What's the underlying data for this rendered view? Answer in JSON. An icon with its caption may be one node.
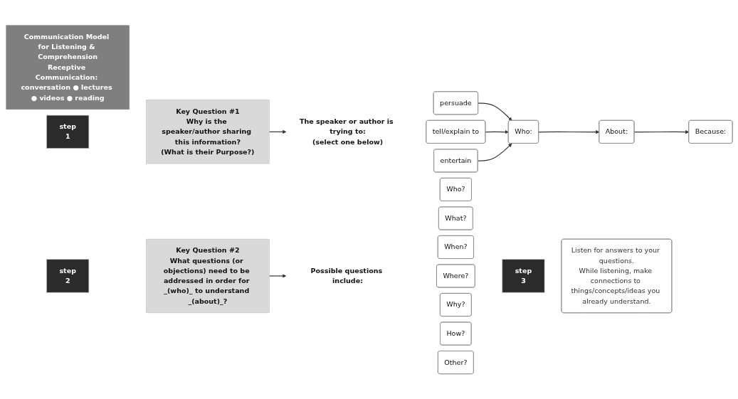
{
  "diagram": {
    "nodes": [
      {
        "text": [
          "Communication Model for Listening & Comprehension",
          "Receptive Communication: conversation ● lectures ● videos ● reading"
        ]
      },
      {
        "text": [
          "step",
          "1"
        ]
      },
      {
        "text": [
          "Key Question #1",
          "Why is the speaker/author sharing this information?",
          "(What is their Purpose?)"
        ]
      },
      {
        "text": [
          "The speaker or author is trying to:",
          "(select one below)"
        ]
      },
      {
        "text": [
          "persuade"
        ]
      },
      {
        "text": [
          "tell/explain to"
        ]
      },
      {
        "text": [
          "entertain"
        ]
      },
      {
        "text": [
          "Who:"
        ]
      },
      {
        "text": [
          "About:"
        ]
      },
      {
        "text": [
          "Because:"
        ]
      },
      {
        "text": [
          "step",
          "2"
        ]
      },
      {
        "text": [
          "Key Question #2",
          "What questions (or objections) need to be addressed in order for _(who)_ to understand _(about)_?"
        ]
      },
      {
        "text": [
          "Possible questions include:"
        ]
      },
      {
        "text": [
          "Who?"
        ]
      },
      {
        "text": [
          "What?"
        ]
      },
      {
        "text": [
          "When?"
        ]
      },
      {
        "text": [
          "Where?"
        ]
      },
      {
        "text": [
          "Why?"
        ]
      },
      {
        "text": [
          "How?"
        ]
      },
      {
        "text": [
          "Other?"
        ]
      },
      {
        "text": [
          "step",
          "3"
        ]
      },
      {
        "text": [
          "Listen for answers to your questions.",
          "While listening, make connections to things/concepts/ideas you already understand."
        ]
      }
    ],
    "edges": [
      {
        "from": 2,
        "to": 3,
        "arrow": "to"
      },
      {
        "from": 4,
        "to": 7,
        "arrow": "to"
      },
      {
        "from": 5,
        "to": 7,
        "arrow": "to"
      },
      {
        "from": 6,
        "to": 7,
        "arrow": "to"
      },
      {
        "from": 7,
        "to": 8,
        "arrow": "to"
      },
      {
        "from": 8,
        "to": 9,
        "arrow": "to"
      },
      {
        "from": 11,
        "to": 12,
        "arrow": "to"
      }
    ]
  }
}
